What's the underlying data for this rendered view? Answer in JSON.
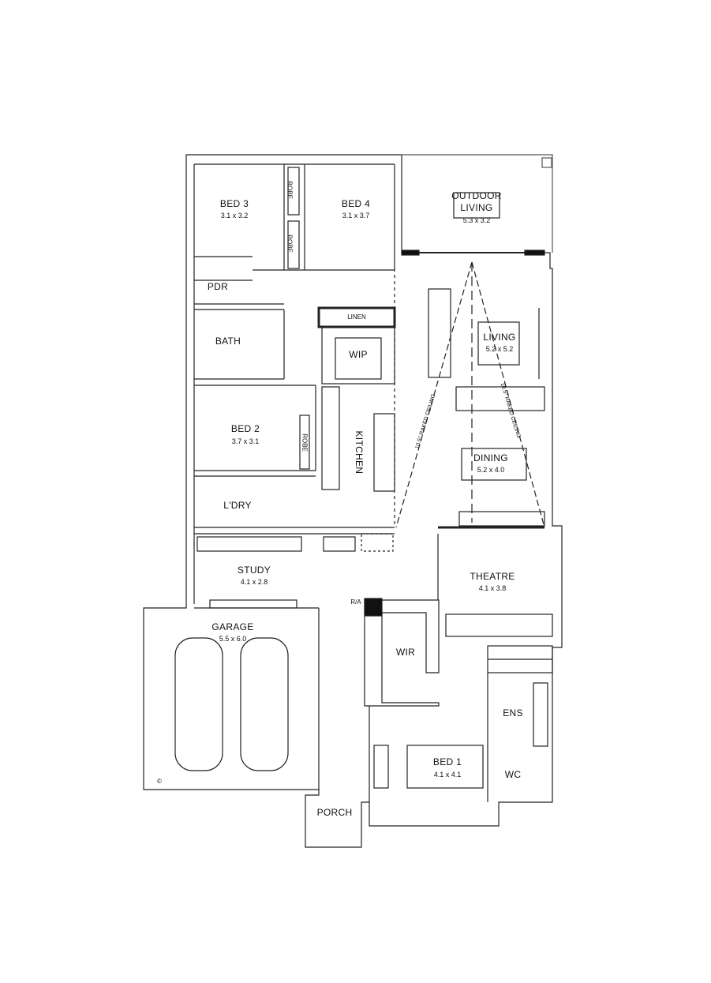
{
  "rooms": {
    "bed3": {
      "name": "BED 3",
      "size": "3.1 x 3.2"
    },
    "bed4": {
      "name": "BED 4",
      "size": "3.1 x 3.7"
    },
    "outdoor": {
      "name_line1": "OUTDOOR",
      "name_line2": "LIVING",
      "size": "5.3 x 3.2"
    },
    "pdr": {
      "name": "PDR"
    },
    "bath": {
      "name": "BATH"
    },
    "linen": {
      "name": "LINEN"
    },
    "wip": {
      "name": "WIP"
    },
    "living": {
      "name": "LIVING",
      "size": "5.2 x 5.2"
    },
    "bed2": {
      "name": "BED 2",
      "size": "3.7 x 3.1"
    },
    "kitchen": {
      "name": "KITCHEN"
    },
    "dining": {
      "name": "DINING",
      "size": "5.2 x 4.0"
    },
    "laundry": {
      "name": "L'DRY"
    },
    "study": {
      "name": "STUDY",
      "size": "4.1 x 2.8"
    },
    "theatre": {
      "name": "THEATRE",
      "size": "4.1 x 3.8"
    },
    "garage": {
      "name": "GARAGE",
      "size": "5.5 x 6.0"
    },
    "wir": {
      "name": "WIR"
    },
    "ens": {
      "name": "ENS"
    },
    "bed1": {
      "name": "BED 1",
      "size": "4.1 x 4.1"
    },
    "wc": {
      "name": "WC"
    },
    "porch": {
      "name": "PORCH"
    }
  },
  "labels": {
    "robe": "ROBE",
    "raked_ceiling": "10.5° RAKED CEILING",
    "ra": "R/A",
    "copyright": "©"
  }
}
